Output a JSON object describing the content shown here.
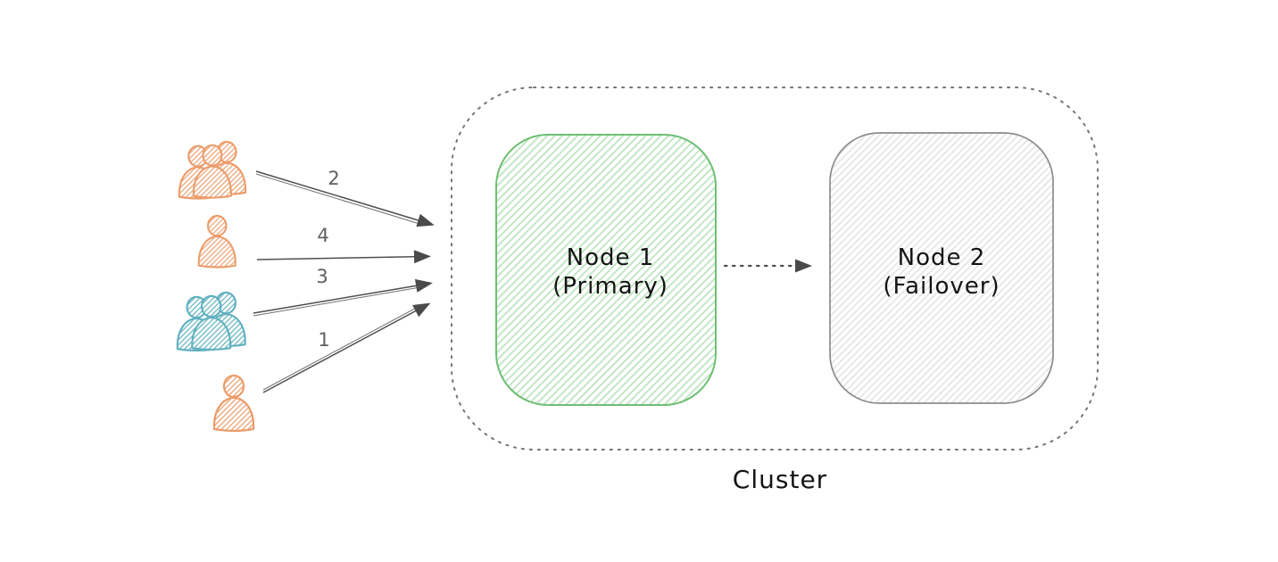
{
  "cluster": {
    "label": "Cluster"
  },
  "nodes": [
    {
      "name": "Node 1",
      "subtitle": "(Primary)"
    },
    {
      "name": "Node 2",
      "subtitle": "(Failover)"
    }
  ],
  "clients": [
    {
      "icon": "user-group-icon",
      "color": "orange",
      "arrow_label": "2"
    },
    {
      "icon": "user-icon",
      "color": "orange",
      "arrow_label": "4"
    },
    {
      "icon": "user-group-icon",
      "color": "teal",
      "arrow_label": "3"
    },
    {
      "icon": "user-icon",
      "color": "orange",
      "arrow_label": "1"
    }
  ],
  "colors": {
    "background": "#ffffff",
    "cluster-border": "#757575",
    "node1-border": "#6fbe74",
    "node1-hatch": "#bce4bf",
    "node2-border": "#8c8c8c",
    "node2-hatch": "#dedede",
    "arrow": "#4f4f4f",
    "arrowhead": "#4a4a4a",
    "label-text": "#5f5f5f",
    "node-text": "#141414",
    "client-orange": "#eb9b69",
    "client-teal": "#5fb0bf"
  }
}
